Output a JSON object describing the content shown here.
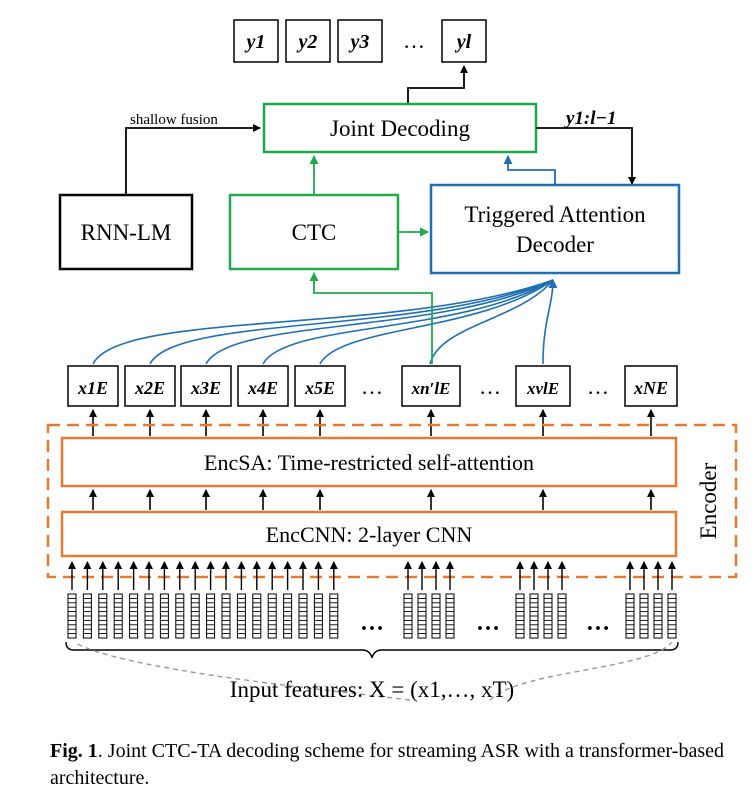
{
  "outputs": {
    "items": [
      "y1",
      "y2",
      "y3",
      "…",
      "yl"
    ],
    "partial_label": "y1:l−1"
  },
  "blocks": {
    "joint_decoding": "Joint Decoding",
    "rnn_lm": "RNN-LM",
    "ctc": "CTC",
    "ta_decoder_line1": "Triggered Attention",
    "ta_decoder_line2": "Decoder",
    "enc_sa": "EncSA: Time-restricted self-attention",
    "enc_cnn": "EncCNN: 2-layer CNN",
    "encoder_group": "Encoder"
  },
  "edge_labels": {
    "shallow_fusion": "shallow fusion"
  },
  "encoder_outputs": [
    "x1E",
    "x2E",
    "x3E",
    "x4E",
    "x5E",
    "…",
    "xn′lE",
    "…",
    "xνlE",
    "…",
    "xNE"
  ],
  "input": {
    "ellipsis": "…",
    "label": "Input features: X = (x1,…, xT)"
  },
  "caption": {
    "fig_label": "Fig. 1",
    "text": ". Joint CTC-TA decoding scheme for streaming ASR with a transformer-based architecture."
  },
  "colors": {
    "green": "#1daa4d",
    "blue": "#1f6fb5",
    "orange": "#e77a31",
    "black": "#000000",
    "gray_dashed": "#999999"
  }
}
